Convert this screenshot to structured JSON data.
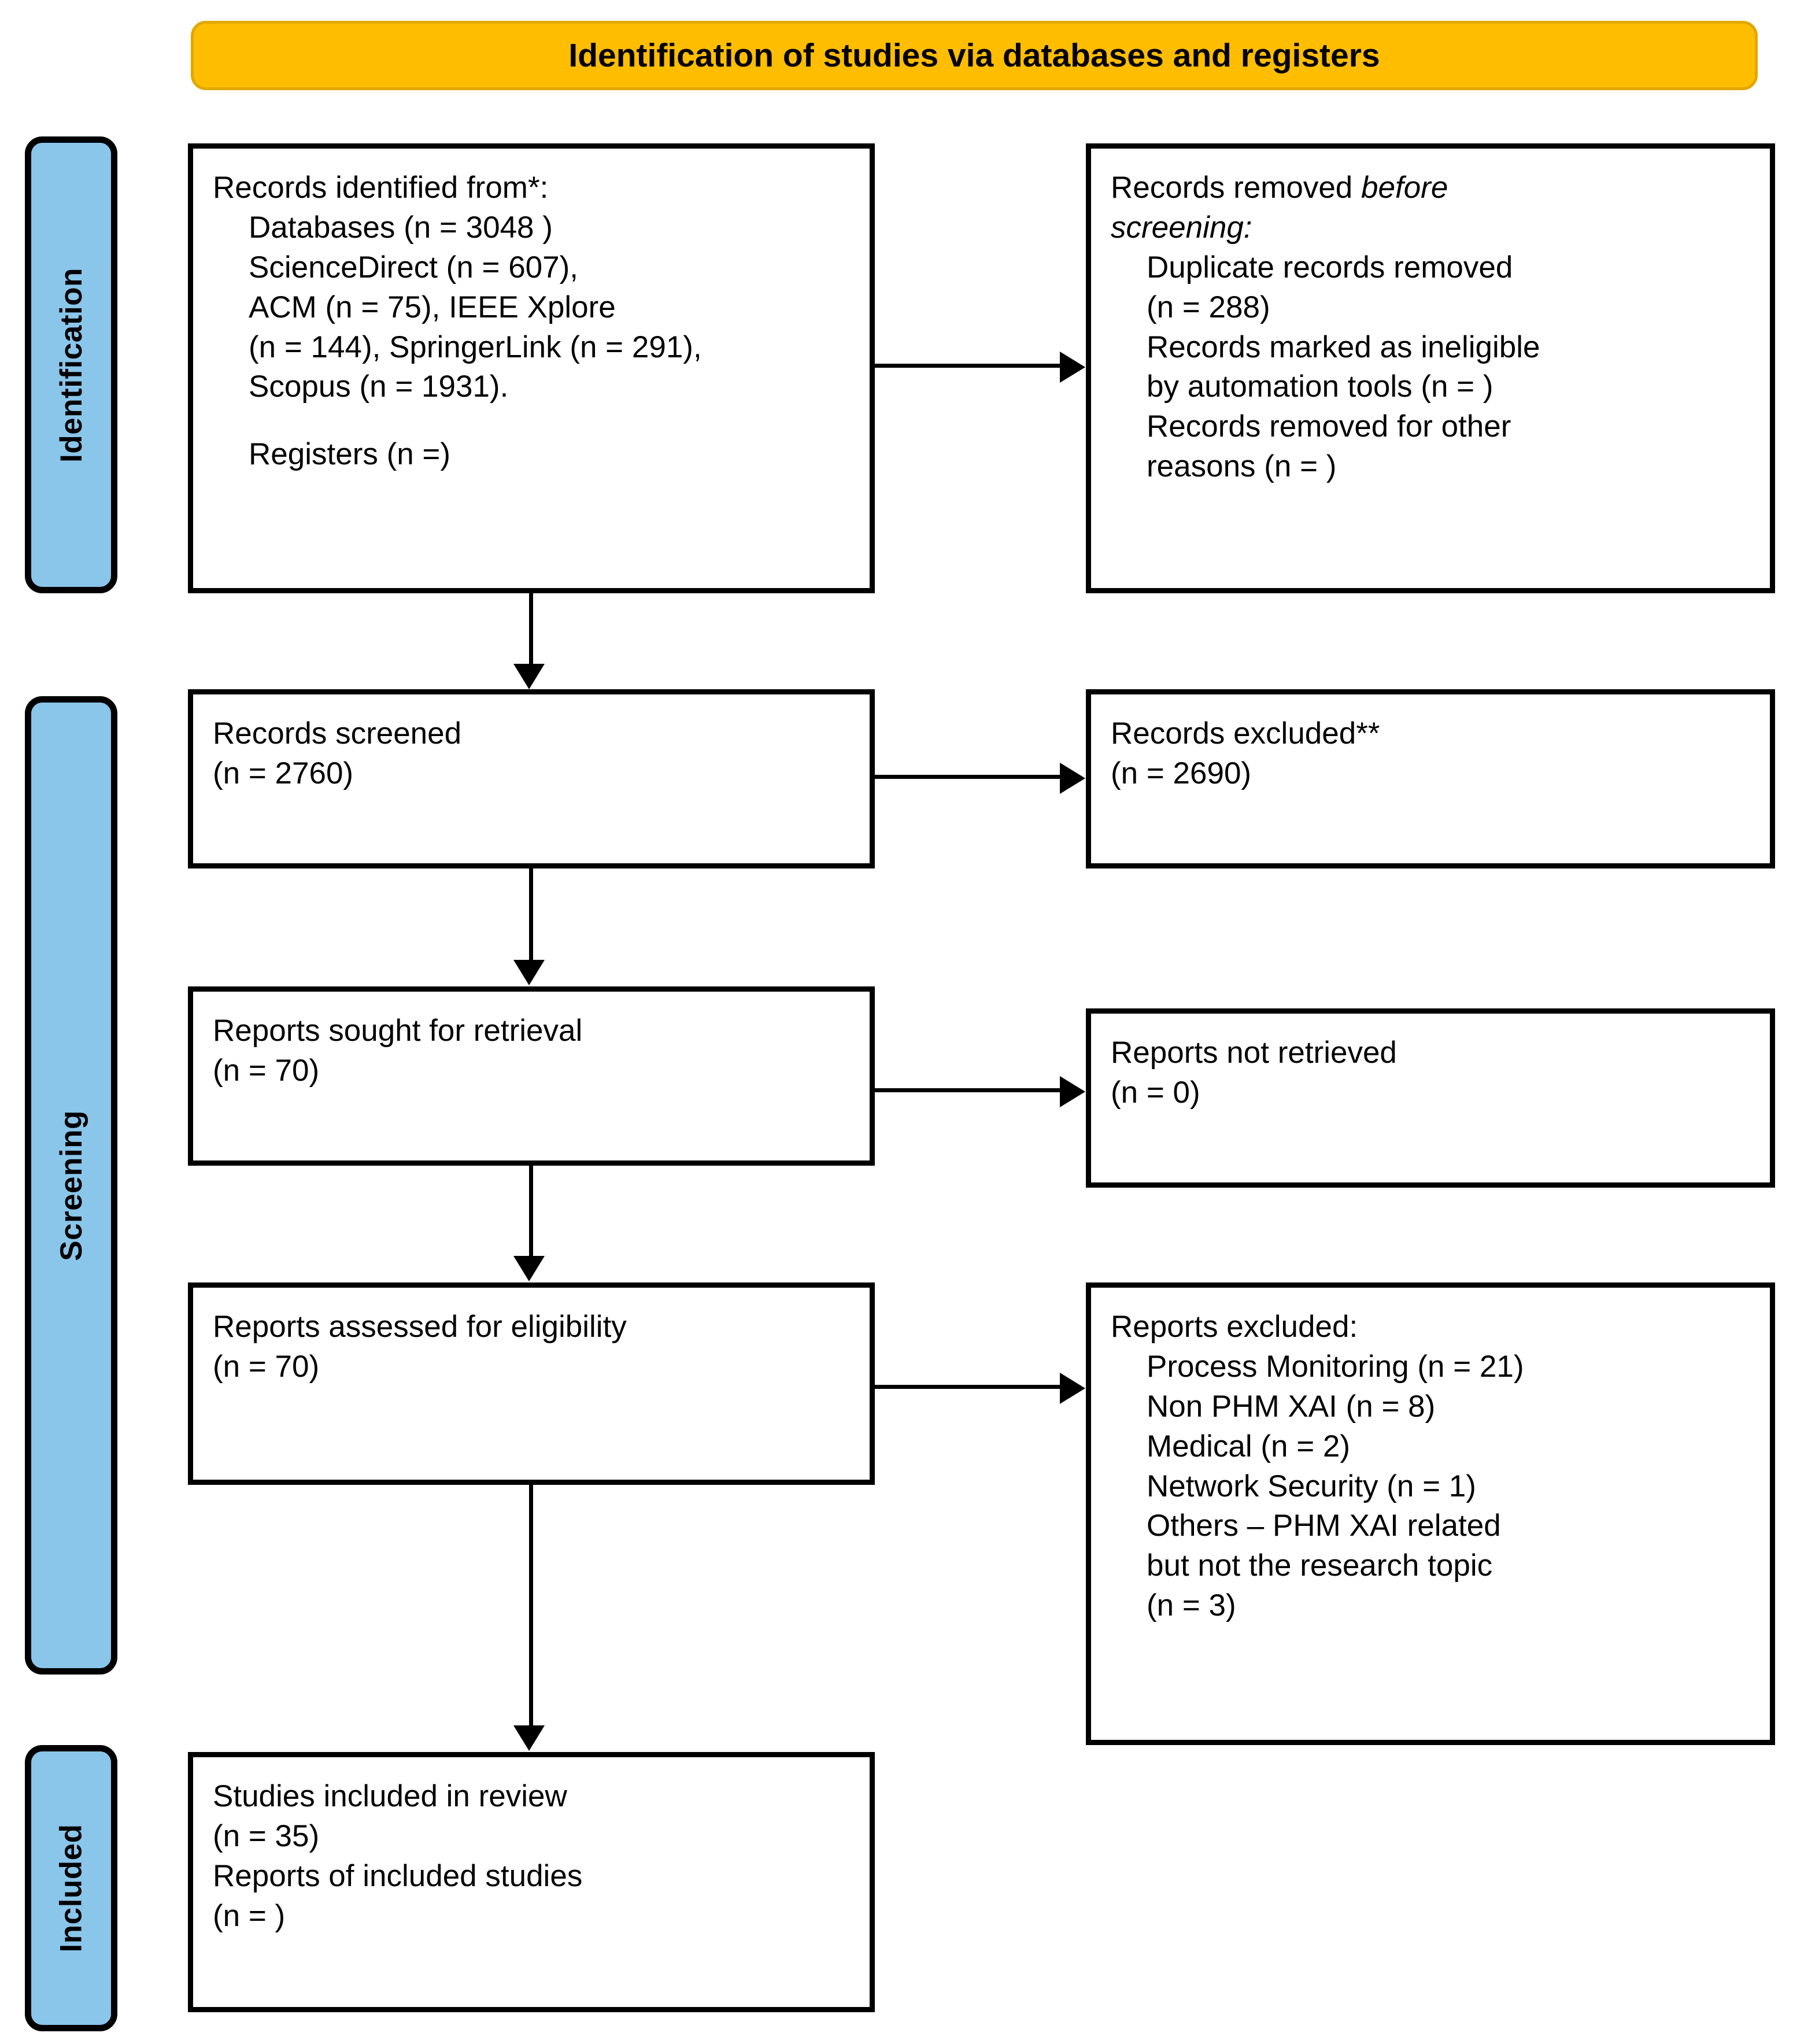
{
  "header": {
    "title": "Identification of studies via databases and registers",
    "bg_color": "#FFBD00",
    "border_color": "#E0A800"
  },
  "stages": {
    "bar_color": "#8AC5EA",
    "identification": "Identification",
    "screening": "Screening",
    "included": "Included"
  },
  "boxes": {
    "identified": {
      "line1": "Records identified from*:",
      "line2": "Databases (n = 3048 )",
      "line3": "ScienceDirect (n = 607),",
      "line4": "ACM (n = 75), IEEE Xplore",
      "line5": "(n = 144), SpringerLink (n = 291),",
      "line6": "Scopus (n = 1931).",
      "line7": "Registers (n =)"
    },
    "removed": {
      "line1a": "Records removed ",
      "line1b": "before",
      "line2": "screening:",
      "line3": "Duplicate records removed",
      "line4": "(n = 288)",
      "line5": "Records marked as ineligible",
      "line6": "by automation tools (n = )",
      "line7": "Records removed for other",
      "line8": "reasons (n = )"
    },
    "screened": {
      "line1": "Records screened",
      "line2": "(n = 2760)"
    },
    "excluded_records": {
      "line1": "Records excluded**",
      "line2": "(n = 2690)"
    },
    "sought": {
      "line1": "Reports sought for retrieval",
      "line2": "(n = 70)"
    },
    "not_retrieved": {
      "line1": "Reports not retrieved",
      "line2": "(n = 0)"
    },
    "assessed": {
      "line1": "Reports assessed for eligibility",
      "line2": "(n = 70)"
    },
    "excluded_reports": {
      "line1": "Reports excluded:",
      "line2": "Process Monitoring (n = 21)",
      "line3": "Non PHM XAI (n = 8)",
      "line4": "Medical (n = 2)",
      "line5": "Network Security (n = 1)",
      "line6": "Others – PHM XAI related",
      "line7": "but not the research topic",
      "line8": "(n = 3)"
    },
    "included": {
      "line1": "Studies included in review",
      "line2": "(n = 35)",
      "line3": "Reports of included studies",
      "line4": "(n = )"
    }
  },
  "chart_data": {
    "type": "diagram",
    "title": "Identification of studies via databases and registers",
    "nodes": [
      {
        "id": "identified",
        "stage": "Identification",
        "column": "left",
        "label": "Records identified from*",
        "total": 3048,
        "sources": [
          {
            "name": "Databases",
            "n": 3048
          },
          {
            "name": "ScienceDirect",
            "n": 607
          },
          {
            "name": "ACM",
            "n": 75
          },
          {
            "name": "IEEE Xplore",
            "n": 144
          },
          {
            "name": "SpringerLink",
            "n": 291
          },
          {
            "name": "Scopus",
            "n": 1931
          },
          {
            "name": "Registers",
            "n": null
          }
        ]
      },
      {
        "id": "removed",
        "stage": "Identification",
        "column": "right",
        "label": "Records removed before screening",
        "items": [
          {
            "name": "Duplicate records removed",
            "n": 288
          },
          {
            "name": "Records marked as ineligible by automation tools",
            "n": null
          },
          {
            "name": "Records removed for other reasons",
            "n": null
          }
        ]
      },
      {
        "id": "screened",
        "stage": "Screening",
        "column": "left",
        "label": "Records screened",
        "n": 2760
      },
      {
        "id": "excluded_records",
        "stage": "Screening",
        "column": "right",
        "label": "Records excluded**",
        "n": 2690
      },
      {
        "id": "sought",
        "stage": "Screening",
        "column": "left",
        "label": "Reports sought for retrieval",
        "n": 70
      },
      {
        "id": "not_retrieved",
        "stage": "Screening",
        "column": "right",
        "label": "Reports not retrieved",
        "n": 0
      },
      {
        "id": "assessed",
        "stage": "Screening",
        "column": "left",
        "label": "Reports assessed for eligibility",
        "n": 70
      },
      {
        "id": "excluded_reports",
        "stage": "Screening",
        "column": "right",
        "label": "Reports excluded",
        "items": [
          {
            "name": "Process Monitoring",
            "n": 21
          },
          {
            "name": "Non PHM XAI",
            "n": 8
          },
          {
            "name": "Medical",
            "n": 2
          },
          {
            "name": "Network Security",
            "n": 1
          },
          {
            "name": "Others – PHM XAI related but not the research topic",
            "n": 3
          }
        ]
      },
      {
        "id": "included",
        "stage": "Included",
        "column": "left",
        "label": "Studies included in review",
        "n": 35,
        "reports_of_included_studies": null
      }
    ],
    "edges": [
      {
        "from": "identified",
        "to": "removed",
        "direction": "right"
      },
      {
        "from": "identified",
        "to": "screened",
        "direction": "down"
      },
      {
        "from": "screened",
        "to": "excluded_records",
        "direction": "right"
      },
      {
        "from": "screened",
        "to": "sought",
        "direction": "down"
      },
      {
        "from": "sought",
        "to": "not_retrieved",
        "direction": "right"
      },
      {
        "from": "sought",
        "to": "assessed",
        "direction": "down"
      },
      {
        "from": "assessed",
        "to": "excluded_reports",
        "direction": "right"
      },
      {
        "from": "assessed",
        "to": "included",
        "direction": "down"
      }
    ]
  }
}
